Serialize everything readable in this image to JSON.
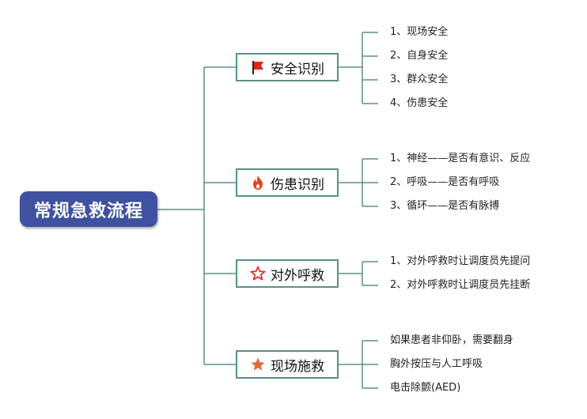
{
  "root": {
    "title": "常规急救流程"
  },
  "branches": [
    {
      "label": "安全识别",
      "icon": "red-flag-icon",
      "items": [
        "1、现场安全",
        "2、自身安全",
        "3、群众安全",
        "4、伤患安全"
      ]
    },
    {
      "label": "伤患识别",
      "icon": "fire-icon",
      "items": [
        "1、神经——是否有意识、反应",
        "2、呼吸——是否有呼吸",
        "3、循环——是否有脉搏"
      ]
    },
    {
      "label": "对外呼救",
      "icon": "star-outline-icon",
      "items": [
        "1、对外呼救时让调度员先提问",
        "2、对外呼救时让调度员先挂断"
      ]
    },
    {
      "label": "现场施救",
      "icon": "star-filled-icon",
      "items": [
        "如果患者非仰卧，需要翻身",
        "胸外按压与人工呼吸",
        "电击除颤(AED)"
      ]
    }
  ],
  "colors": {
    "root_bg": "#3f51a0",
    "line": "#5b8f85",
    "flag": "#e0251b",
    "fire": "#e8401c",
    "star": "#e0251b",
    "star_filled": "#e06a3a"
  }
}
